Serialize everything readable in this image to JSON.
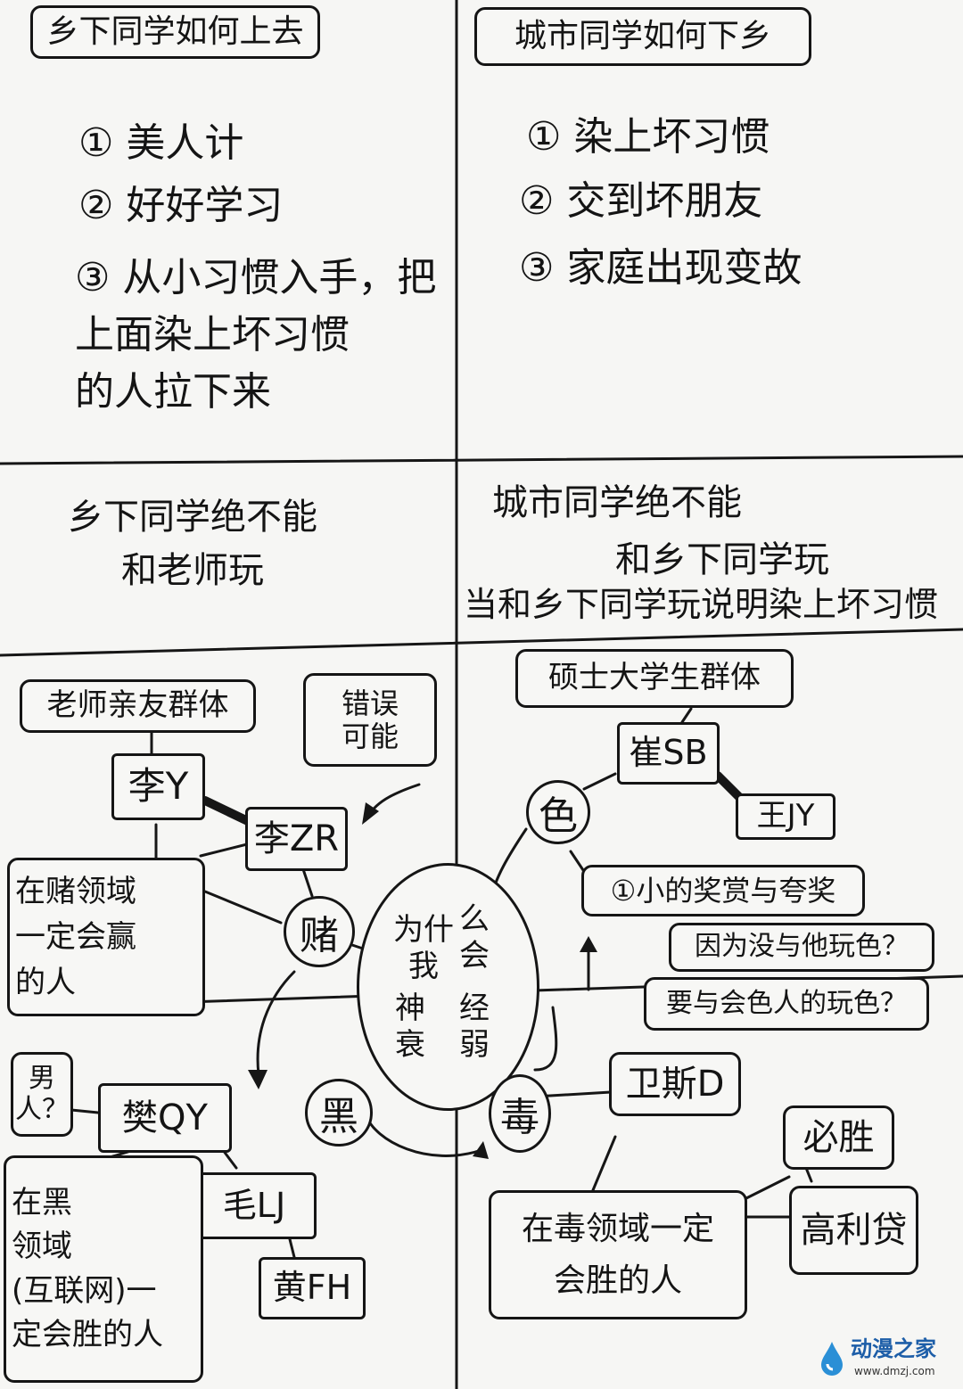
{
  "top": {
    "left_title": "乡下同学如何上去",
    "right_title": "城市同学如何下乡",
    "left_items": [
      "① 美人计",
      "② 好好学习",
      "③ 从小习惯入手，把\n上面染上坏习惯\n的人拉下来"
    ],
    "right_items": [
      "① 染上坏习惯",
      "② 交到坏朋友",
      "③ 家庭出现变故"
    ]
  },
  "middle": {
    "left_rule": "乡下同学绝不能\n和老师玩",
    "right_rule_1": "城市同学绝不能",
    "right_rule_2": "和乡下同学玩",
    "right_rule_3": "当和乡下同学玩说明染上坏习惯"
  },
  "diagram": {
    "center": {
      "left": "为什\n我",
      "right": "么\n会",
      "left2": "神\n衰",
      "right2": "经\n弱"
    },
    "teacher_group": "老师亲友群体",
    "error_possible": "错误\n可能",
    "li_y": "李Y",
    "li_zr": "李ZR",
    "gamble": "赌",
    "gamble_winner": "在赌领域\n一定会赢\n的人",
    "master_group": "硕士大学生群体",
    "cui_sb": "崔SB",
    "wang_jy": "王JY",
    "lust": "色",
    "award": "①小的奖赏与夸奖",
    "q1": "因为没与他玩色？",
    "q2": "要与会色人的玩色？",
    "black": "黑",
    "male": "男\n人？",
    "fan_qy": "樊QY",
    "mao_lj": "毛LJ",
    "huang_fh": "黄FH",
    "black_winner": "在黑\n领域\n(互联网)一\n定会胜的人",
    "poison": "毒",
    "weisi_d": "卫斯D",
    "must_win": "必胜",
    "loan": "高利贷",
    "poison_winner": "在毒领域一定\n会胜的人"
  },
  "watermark": {
    "name": "动漫之家",
    "url": "www.dmzj.com"
  }
}
